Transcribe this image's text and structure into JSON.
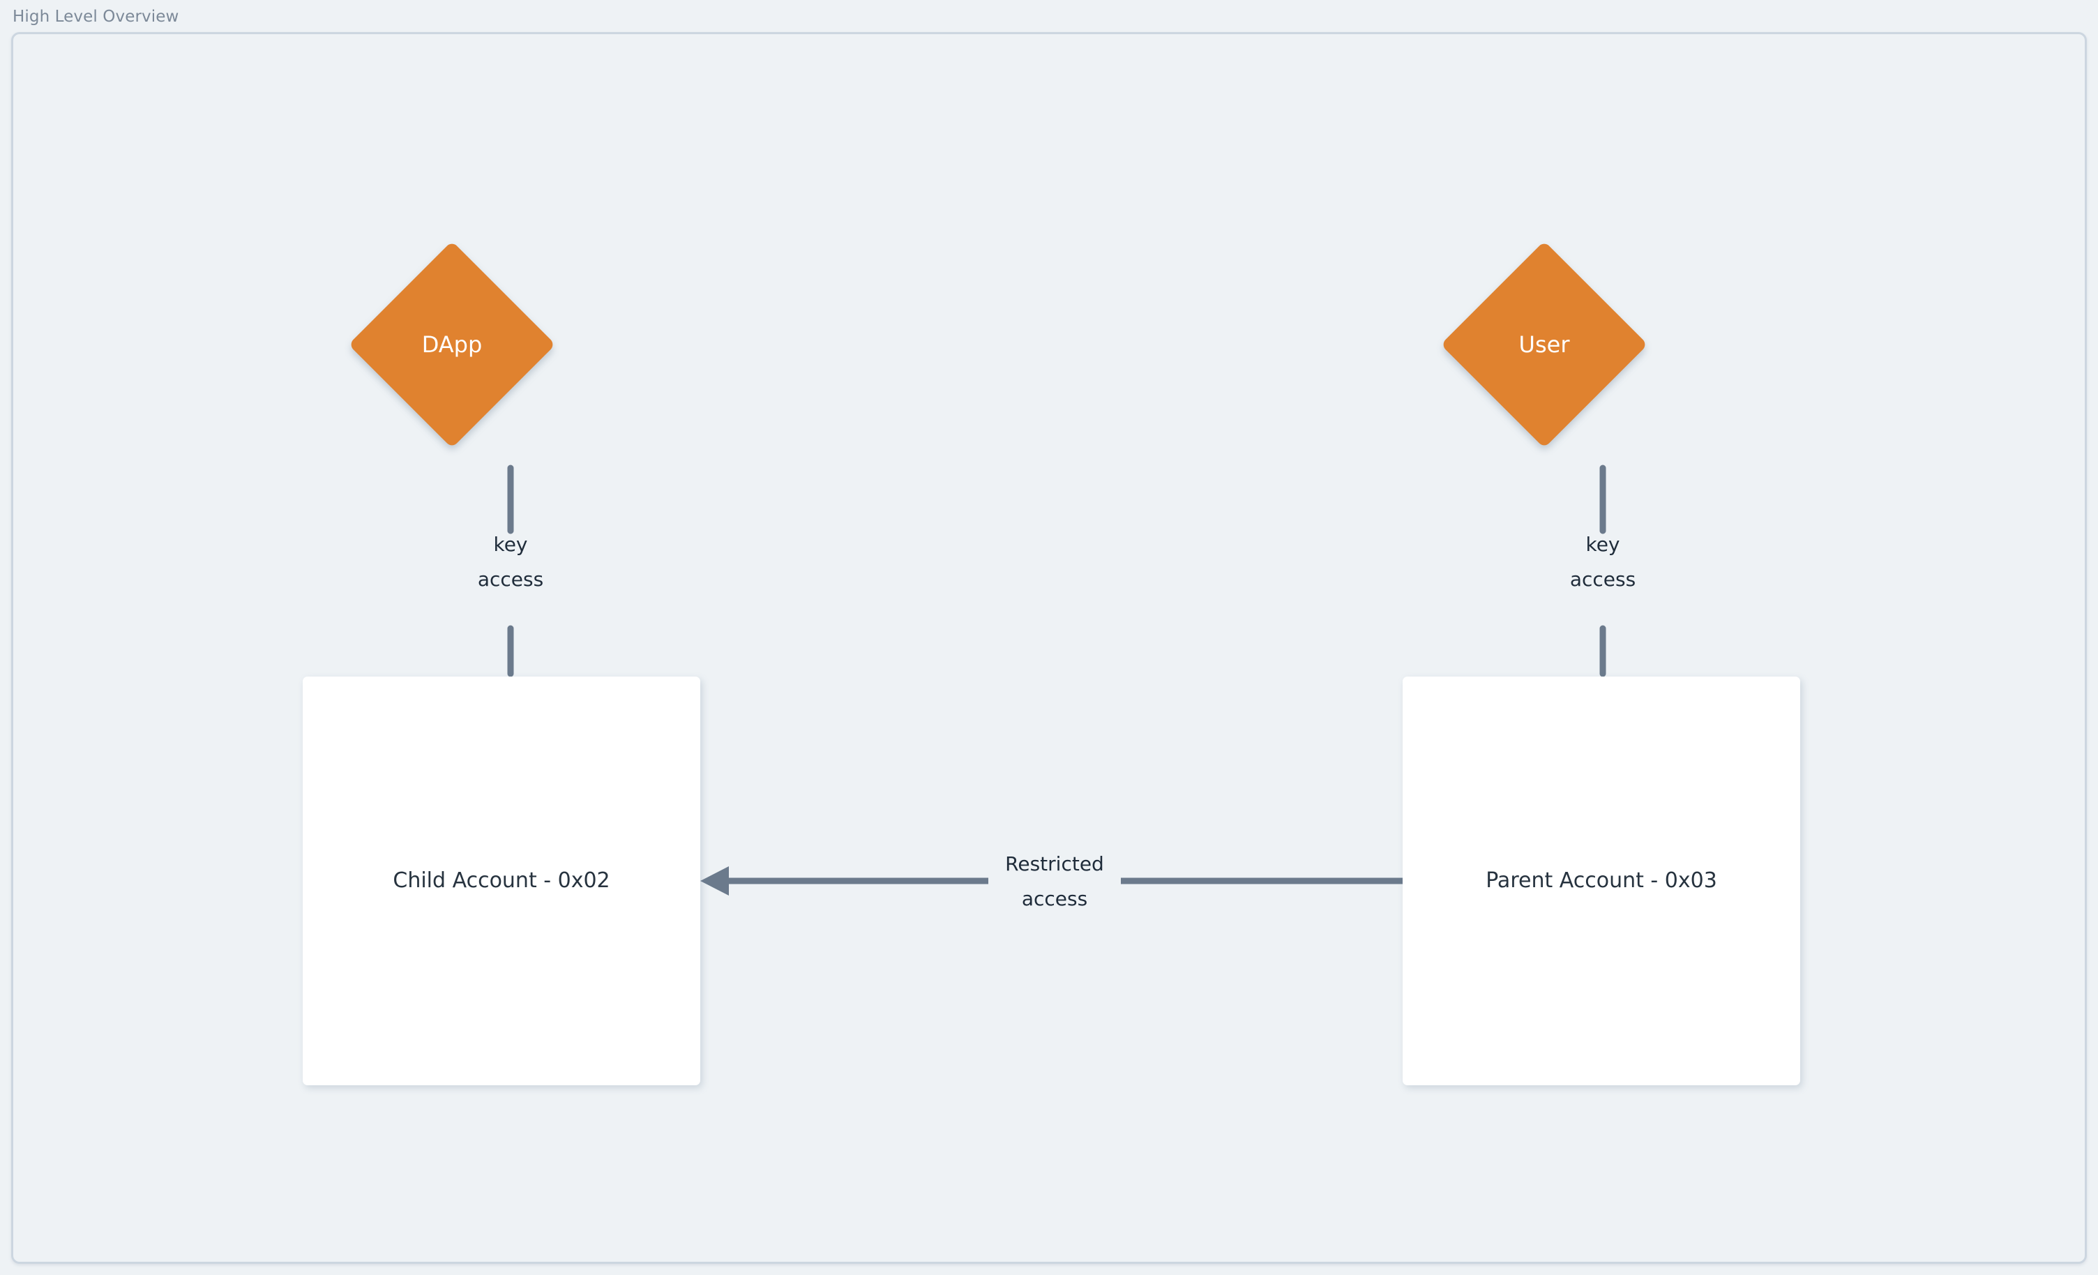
{
  "panel": {
    "title": "High Level Overview"
  },
  "colors": {
    "background": "#eef2f5",
    "frame_border": "#ccd6e0",
    "diamond_fill": "#e0822f",
    "diamond_text": "#ffffff",
    "box_fill": "#ffffff",
    "box_text": "#27333f",
    "edge_line": "#6b7a8c",
    "edge_label_text": "#1f2c3a",
    "title_text": "#7c8998"
  },
  "diagram": {
    "nodes": [
      {
        "id": "dapp",
        "shape": "diamond",
        "label": "DApp"
      },
      {
        "id": "user",
        "shape": "diamond",
        "label": "User"
      },
      {
        "id": "child",
        "shape": "rectangle",
        "label": "Child Account - 0x02"
      },
      {
        "id": "parent",
        "shape": "rectangle",
        "label": "Parent Account - 0x03"
      }
    ],
    "edges": [
      {
        "id": "dapp-child",
        "from": "dapp",
        "to": "child",
        "label": "key\naccess",
        "arrow": false,
        "orientation": "vertical"
      },
      {
        "id": "user-parent",
        "from": "user",
        "to": "parent",
        "label": "key\naccess",
        "arrow": false,
        "orientation": "vertical"
      },
      {
        "id": "parent-child",
        "from": "parent",
        "to": "child",
        "label": "Restricted\naccess",
        "arrow": true,
        "orientation": "horizontal"
      }
    ]
  }
}
